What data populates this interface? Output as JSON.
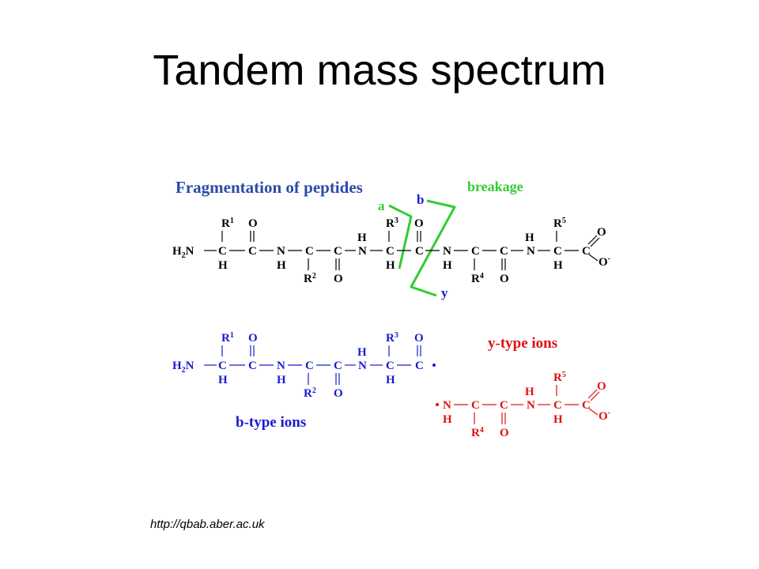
{
  "slide": {
    "title": "Tandem mass spectrum",
    "source": "http://qbab.aber.ac.uk"
  },
  "figure": {
    "heading": "Fragmentation of peptides",
    "breakage_label": "breakage",
    "a_label": "a",
    "b_label": "b",
    "y_label": "y",
    "b_ions_label": "b-type ions",
    "y_ions_label": "y-type ions"
  },
  "colors": {
    "heading": "#2a4aa8",
    "breakage": "#33cc33",
    "fragment_label": "#1a1ad0",
    "b_ions": "#1a1ad0",
    "y_ions": "#e01010",
    "peptide": "#000000"
  }
}
